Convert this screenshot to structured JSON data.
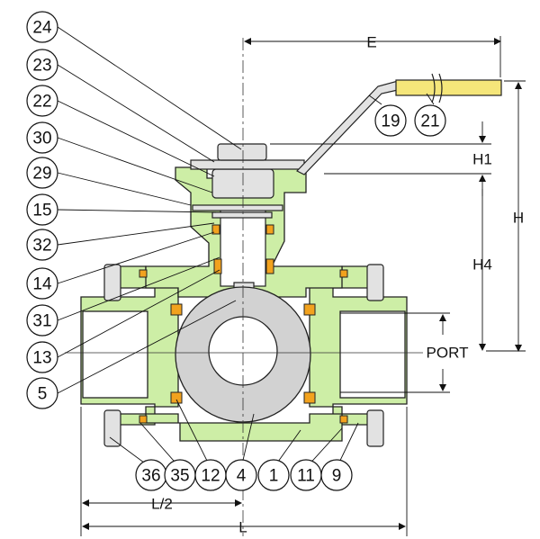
{
  "callouts": {
    "c24": "24",
    "c23": "23",
    "c22": "22",
    "c30": "30",
    "c29": "29",
    "c15": "15",
    "c32": "32",
    "c14": "14",
    "c31": "31",
    "c13": "13",
    "c5": "5",
    "c19": "19",
    "c21": "21",
    "c36": "36",
    "c35": "35",
    "c12": "12",
    "c4": "4",
    "c1": "1",
    "c11": "11",
    "c9": "9"
  },
  "dimensions": {
    "E": "E",
    "H1": "H1",
    "H": "H",
    "H4": "H4",
    "PORT": "PORT",
    "L_half": "L/2",
    "L": "L"
  },
  "colors": {
    "body_green": "#cdeea6",
    "ball_grey": "#d2d2d2",
    "metal_grey": "#e2e2e2",
    "seat_orange": "#f2a21e",
    "handle_grip": "#f5e67a",
    "outline": "#222222"
  }
}
